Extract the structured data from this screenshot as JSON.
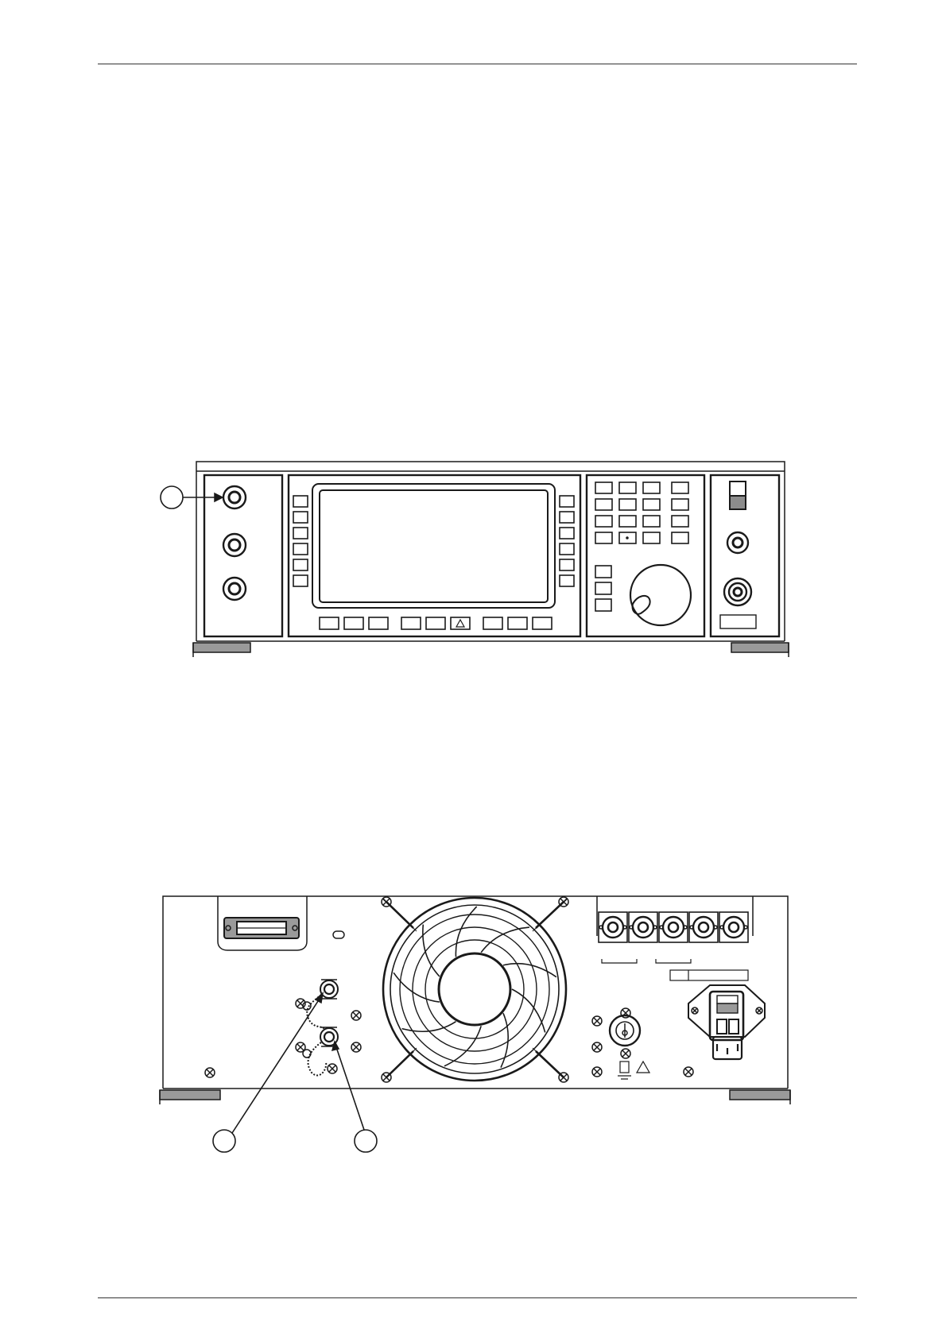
{
  "page": {
    "title": "",
    "header_rule": true,
    "footer_rule": true
  },
  "figures": [
    {
      "id": "front-panel",
      "description_visible": false
    },
    {
      "id": "rear-panel",
      "description_visible": false
    }
  ],
  "callouts": {
    "front": [
      {
        "label": ""
      }
    ],
    "rear": [
      {
        "label": ""
      },
      {
        "label": ""
      }
    ]
  },
  "front_panel": {
    "output_connectors": 3,
    "left_softkeys": 6,
    "right_softkeys": 6,
    "bottom_softkeys": 9,
    "keypad_rows": 4,
    "keypad_cols": 4,
    "function_keys": 3,
    "right_connectors": 2
  },
  "rear_panel": {
    "bnc_connectors": 5,
    "protected_connectors": 2,
    "fan": true,
    "mains_inlet": true
  },
  "colors": {
    "line": "#1a1a1a",
    "foot_fill": "#9a9a9a",
    "switch_fill": "#8c8c8c"
  }
}
